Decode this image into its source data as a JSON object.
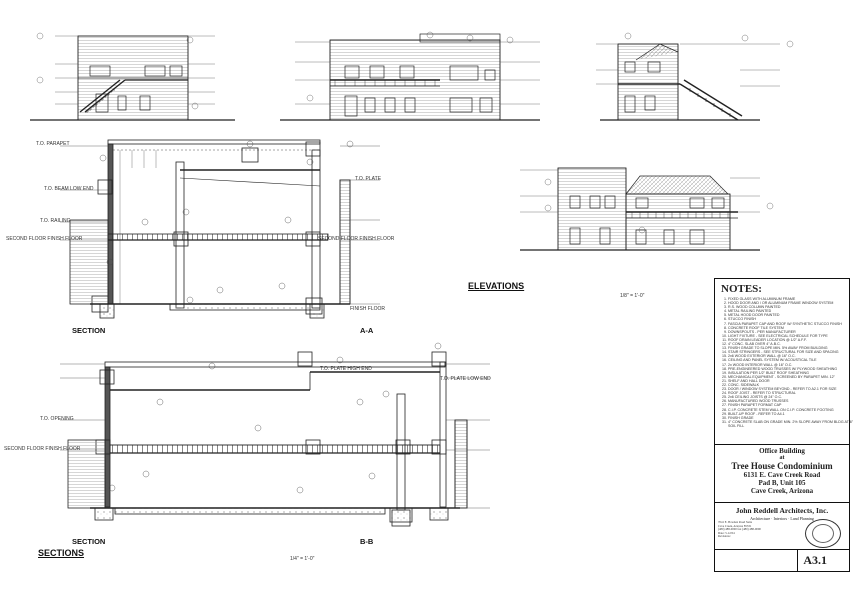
{
  "sheet": {
    "elevations_title": "ELEVATIONS",
    "elevations_scale": "1/8\" = 1'-0\"",
    "sections_title": "SECTIONS",
    "sections_scale": "1/4\" = 1'-0\"",
    "section_aa_label": "SECTION",
    "section_aa_id": "A-A",
    "section_bb_label": "SECTION",
    "section_bb_id": "B-B",
    "level_labels": {
      "parapet": "T.O. PARAPET",
      "plate": "T.O. PLATE",
      "railing": "T.O. RAILING",
      "opening": "T.O. OPENING",
      "second_floor": "SECOND FLOOR FINISH FLOOR",
      "finish_floor": "FINISH FLOOR",
      "beam_low": "T.O. BEAM LOW END",
      "plate_high": "T.O. PLATE HIGH END",
      "plate_low": "T.O. PLATE LOW END"
    }
  },
  "notes": {
    "title": "NOTES:",
    "items": [
      "FIXED GLASS WITH ALUMINUM FRAME",
      "HOOD DOOR AND / OR ALUMINUM FRAME WINDOW SYSTEM",
      "R.S. WOOD COLUMN PAINTED",
      "METAL RAILING PAINTED",
      "METAL HOOD DOOR PAINTED",
      "STUCCO FINISH",
      "FASCIA PARAPET CAP AND ROOF W/ SYNTHETIC STUCCO FINISH",
      "CONCRETE ROOF TILE SYSTEM",
      "DOWNSPOUTS - PER MANUFACTURER",
      "LIGHT FIXTURE - SEE ELECTRICAL SCHEDULE FOR TYPE",
      "ROOF DRAIN LEADER LOCATION @ 1/2\" A.F.F.",
      "4\" CONC. SLAB OVER 4\" A.B.C.",
      "FINISH GRADE TO SLOPE MIN. 5% AWAY FROM BUILDING",
      "STAIR STRINGERS - SEE STRUCTURAL FOR SIZE AND SPACING",
      "2x6 WOOD EXTERIOR WALL @ 16\" O.C.",
      "CEILING AND PANEL SYSTEM W/ ACOUSTICAL TILE",
      "2x WOOD INTERIOR WALL @ 16\" O.C.",
      "PRE-ENGINEERED WOOD TRUSSES W/ PLYWOOD SHEATHING",
      "INSULATION PER 1/2\" BUILT ROOF SHEATHING",
      "MECHANICAL EQUIPMENT - SCREENED BY PARAPET MIN. 12\"",
      "SHELF AND HALL DOOR",
      "CONC. SIDEWALK",
      "DOOR / WINDOW SYSTEM BEYOND - REFER TO A2.1 FOR SIZE",
      "ROOF JOIST - REFER TO STRUCTURAL",
      "2x6 CEILING JOISTS @ 24\" O.C.",
      "MANUFACTURED WOOD TRUSSES",
      "FINISH PARAPET FORMAT CAP",
      "C.I.P. CONCRETE STEM WALL ON C.I.P. CONCRETE FOOTING",
      "BUILT-UP ROOF - REFER TO A4.1",
      "FINISH GRADE",
      "4\" CONCRETE SLAB ON GRADE MIN. 2% SLOPE AWAY FROM BLDG AT 6\" SOIL FILL"
    ]
  },
  "project": {
    "line1": "Office Building",
    "line2": "at",
    "line3": "Tree House Condominium",
    "line4": "6131 E. Cave Creek Road",
    "line5": "Pad B, Unit 105",
    "line6": "Cave Creek, Arizona"
  },
  "architect": {
    "name": "John Reddell Architects, Inc.",
    "sub": "Architecture · Interiors · Land Planning",
    "lines": [
      "7041 E. Bowden Road Suite",
      "Cave Creek, Arizona 85331",
      "(480) 488-0000  fax (480) 488-0000",
      "Date: 5-12/04",
      "Revisions:"
    ]
  },
  "sheet_number": "A3.1"
}
